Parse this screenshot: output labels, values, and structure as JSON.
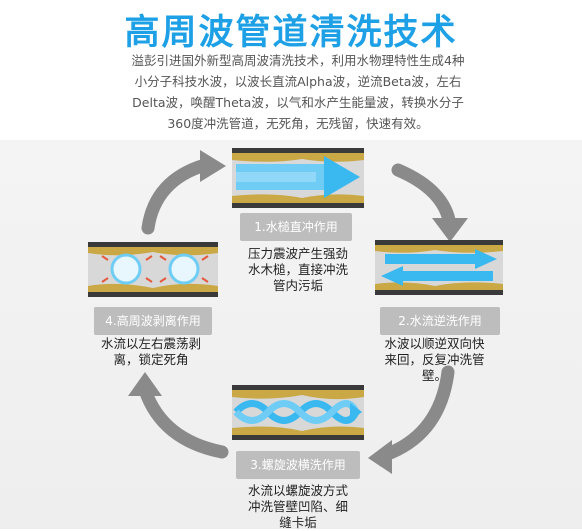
{
  "title": "高周波管道清洗技术",
  "intro": {
    "line1": "溢彭引进国外新型高周波清洗技术，利用水物理特性生成4种",
    "line2": "小分子科技水波，以波长直流Alpha波，逆流Beta波，左右",
    "line3": "Delta波，唤醒Theta波，以气和水产生能量波，转换水分子",
    "line4": "360度冲洗管道，无死角，无残留，快速有效。"
  },
  "steps": [
    {
      "label": "1.水槌直冲作用",
      "desc_lines": [
        "压力震波产生强劲",
        "水木槌，直接冲洗",
        "管内污垢"
      ]
    },
    {
      "label": "2.水流逆洗作用",
      "desc_lines": [
        "水波以顺逆双向快",
        "来回，反复冲洗管",
        "壁。"
      ]
    },
    {
      "label": "3.螺旋波横洗作用",
      "desc_lines": [
        "水流以螺旋波方式",
        "冲洗管壁凹陷、细",
        "缝卡垢"
      ]
    },
    {
      "label": "4.高周波剥离作用",
      "desc_lines": [
        "水流以左右震荡剥",
        "离，锁定死角"
      ]
    }
  ],
  "colors": {
    "title": "#1ea0e6",
    "arrow": "#8a8a8a",
    "pill": "#bdbdbd",
    "water": "#3ab8f0",
    "sediment": "#c9a845",
    "pipe_wall": "#3a3a3a"
  }
}
